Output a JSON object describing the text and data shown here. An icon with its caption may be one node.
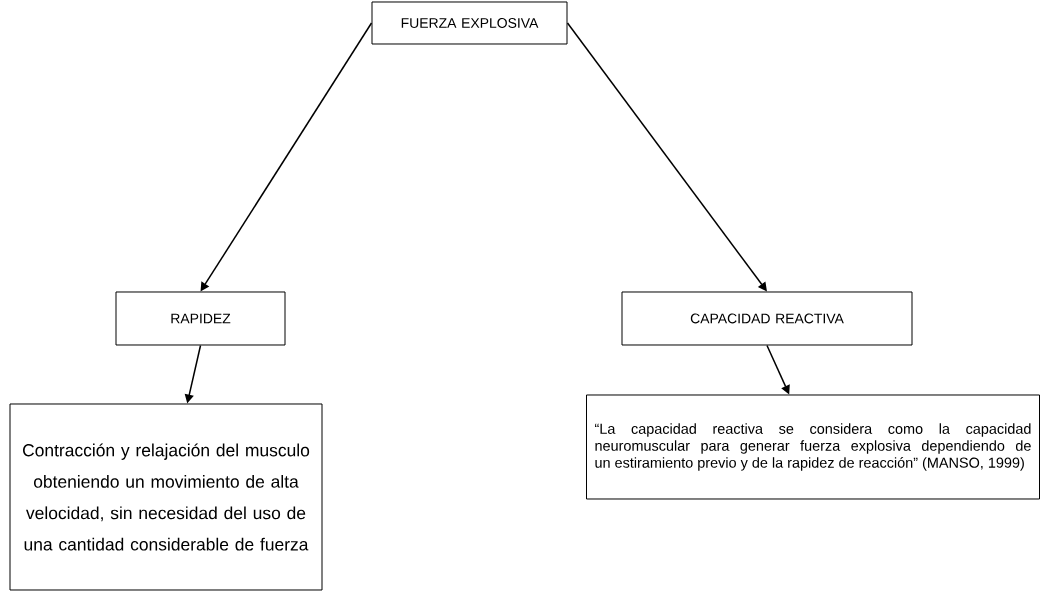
{
  "diagram": {
    "nodes": [
      {
        "text": [
          "FUERZA EXPLOSIVA"
        ]
      },
      {
        "text": [
          "RAPIDEZ"
        ]
      },
      {
        "text": [
          "CAPACIDAD REACTIVA"
        ]
      },
      {
        "text": [
          "Contracción y relajación del musculo obteniendo un movimiento de alta velocidad, sin necesidad del uso de una cantidad considerable de fuerza"
        ]
      },
      {
        "text": [
          "“La capacidad reactiva se considera como la capacidad neuromuscular para generar fuerza explosiva dependiendo de un estiramiento previo y de la rapidez de reacción” (MANSO, 1999)"
        ]
      }
    ],
    "edges": [
      {
        "from": 0,
        "to": 1,
        "arrow": "to"
      },
      {
        "from": 0,
        "to": 2,
        "arrow": "to"
      },
      {
        "from": 1,
        "to": 3,
        "arrow": "to"
      },
      {
        "from": 2,
        "to": 4,
        "arrow": "to"
      }
    ]
  }
}
